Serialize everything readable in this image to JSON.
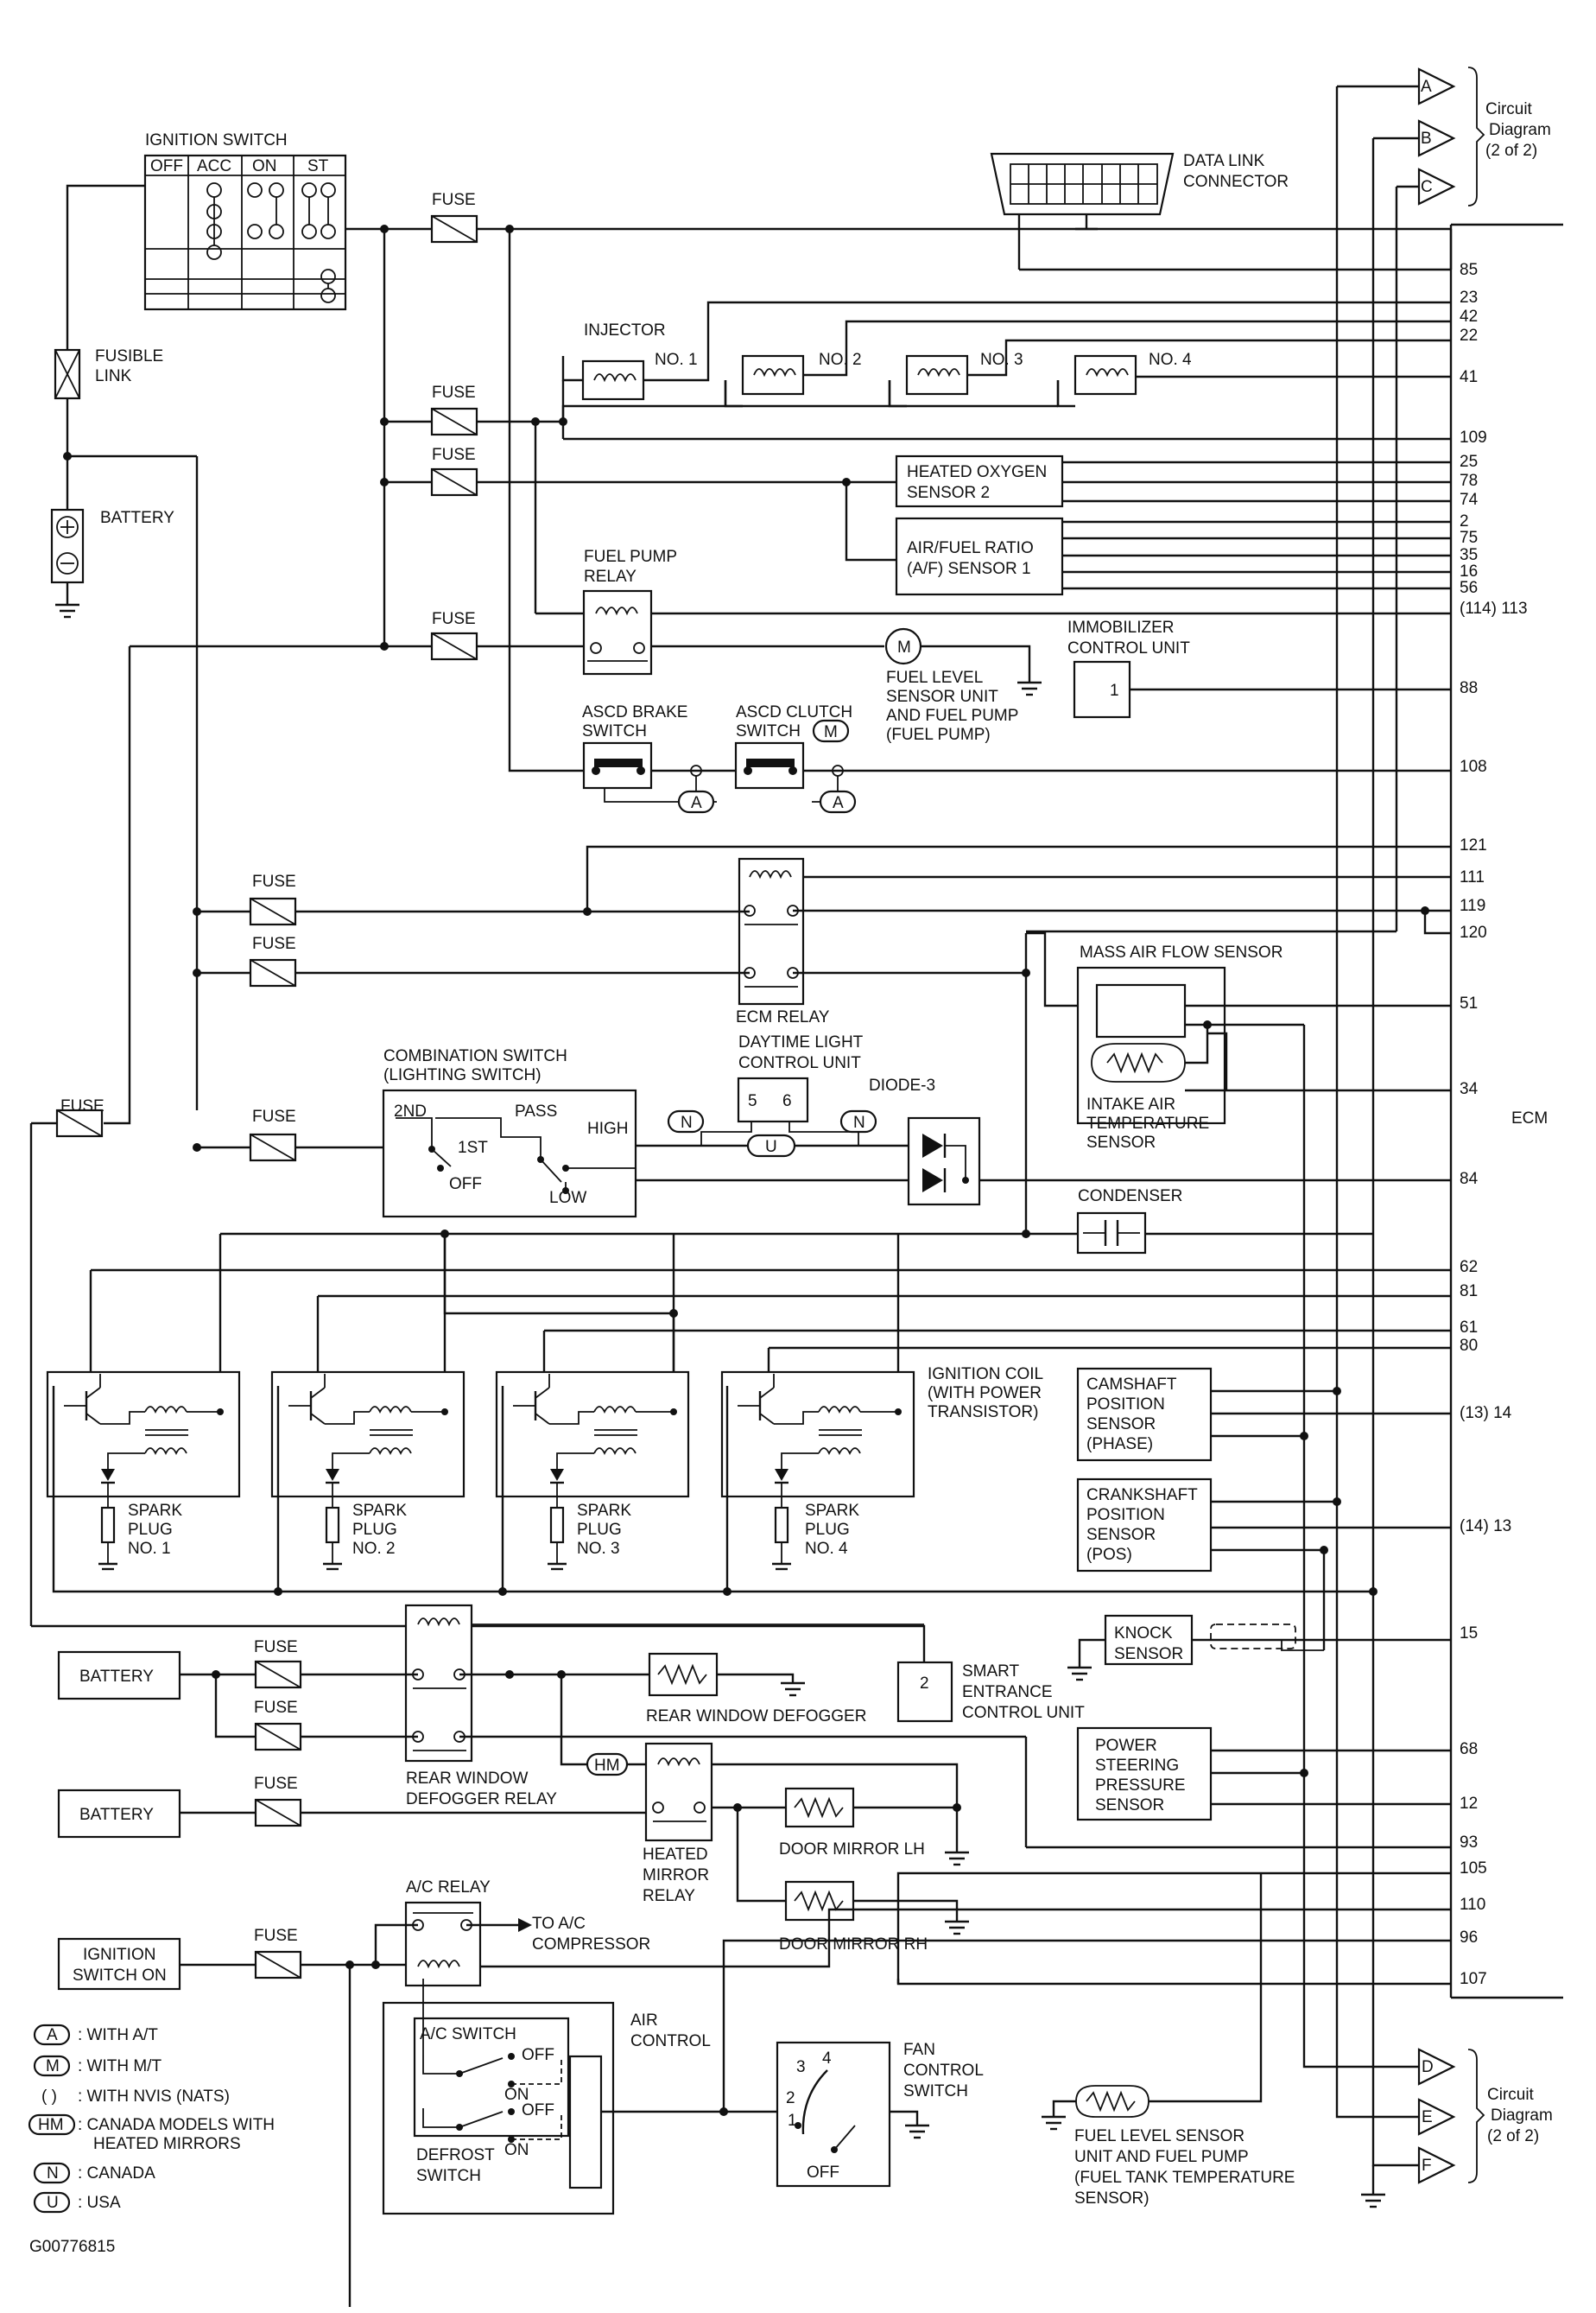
{
  "labels": {
    "ignition_switch": "IGNITION SWITCH",
    "ign_off": "OFF",
    "ign_acc": "ACC",
    "ign_on": "ON",
    "ign_st": "ST",
    "fuse": "FUSE",
    "fusible_link_1": "FUSIBLE",
    "fusible_link_2": "LINK",
    "battery": "BATTERY",
    "data_link_1": "DATA LINK",
    "data_link_2": "CONNECTOR",
    "injector": "INJECTOR",
    "no1": "NO. 1",
    "no2": "NO. 2",
    "no3": "NO. 3",
    "no4": "NO. 4",
    "ho2s_1": "HEATED OXYGEN",
    "ho2s_2": "SENSOR 2",
    "afs_1": "AIR/FUEL RATIO",
    "afs_2": "(A/F) SENSOR 1",
    "fpr_1": "FUEL PUMP",
    "fpr_2": "RELAY",
    "motor": "M",
    "fls_1": "FUEL LEVEL",
    "fls_2": "SENSOR UNIT",
    "fls_3": "AND FUEL PUMP",
    "fls_4": "(FUEL PUMP)",
    "immo_1": "IMMOBILIZER",
    "immo_2": "CONTROL UNIT",
    "immo_pin": "1",
    "ascd_brake_1": "ASCD BRAKE",
    "ascd_brake_2": "SWITCH",
    "ascd_clutch_1": "ASCD CLUTCH",
    "ascd_clutch_2": "SWITCH",
    "tag_a": "A",
    "tag_m": "M",
    "tag_n": "N",
    "tag_u": "U",
    "tag_hm": "HM",
    "ecm_relay": "ECM RELAY",
    "maf": "MASS AIR FLOW SENSOR",
    "iat_1": "INTAKE AIR",
    "iat_2": "TEMPERATURE",
    "iat_3": "SENSOR",
    "comb_1": "COMBINATION SWITCH",
    "comb_2": "(LIGHTING SWITCH)",
    "sw_2nd": "2ND",
    "sw_1st": "1ST",
    "sw_off": "OFF",
    "sw_pass": "PASS",
    "sw_high": "HIGH",
    "sw_low": "LOW",
    "drl_1": "DAYTIME LIGHT",
    "drl_2": "CONTROL UNIT",
    "drl_p5": "5",
    "drl_p6": "6",
    "diode": "DIODE-3",
    "condenser": "CONDENSER",
    "ecm": "ECM",
    "coil_1": "IGNITION COIL",
    "coil_2": "(WITH POWER",
    "coil_3": "TRANSISTOR)",
    "spark": "SPARK",
    "plug": "PLUG",
    "cmp_1": "CAMSHAFT",
    "cmp_2": "POSITION",
    "cmp_3": "SENSOR",
    "cmp_4": "(PHASE)",
    "ckp_1": "CRANKSHAFT",
    "ckp_2": "POSITION",
    "ckp_3": "SENSOR",
    "ckp_4": "(POS)",
    "knock_1": "KNOCK",
    "knock_2": "SENSOR",
    "smart_1": "SMART",
    "smart_2": "ENTRANCE",
    "smart_3": "CONTROL UNIT",
    "smart_pin": "2",
    "rwd": "REAR WINDOW DEFOGGER",
    "rwdr_1": "REAR WINDOW",
    "rwdr_2": "DEFOGGER RELAY",
    "hmr_1": "HEATED",
    "hmr_2": "MIRROR",
    "hmr_3": "RELAY",
    "dm_lh": "DOOR MIRROR LH",
    "dm_rh": "DOOR MIRROR RH",
    "pst_1": "POWER",
    "pst_2": "STEERING",
    "pst_3": "PRESSURE",
    "pst_4": "SENSOR",
    "ign_sw_on_1": "IGNITION",
    "ign_sw_on_2": "SWITCH ON",
    "ac_relay": "A/C RELAY",
    "to_ac_1": "TO A/C",
    "to_ac_2": "COMPRESSOR",
    "ac_switch": "A/C SWITCH",
    "air_1": "AIR",
    "air_2": "CONTROL",
    "defrost_1": "DEFROST",
    "defrost_2": "SWITCH",
    "on": "ON",
    "off": "OFF",
    "fan_1": "FAN",
    "fan_2": "CONTROL",
    "fan_3": "SWITCH",
    "fan_p1": "1",
    "fan_p2": "2",
    "fan_p3": "3",
    "fan_p4": "4",
    "fan_off": "OFF",
    "flst_1": "FUEL LEVEL SENSOR",
    "flst_2": "UNIT AND FUEL PUMP",
    "flst_3": "(FUEL TANK TEMPERATURE",
    "flst_4": "SENSOR)",
    "cd_1": "Circuit",
    "cd_2": "Diagram",
    "cd_3": "(2 of 2)",
    "conn_a": "A",
    "conn_b": "B",
    "conn_c": "C",
    "conn_d": "D",
    "conn_e": "E",
    "conn_f": "F",
    "leg_a_text": ": WITH A/T",
    "leg_m_text": ": WITH M/T",
    "leg_paren": "( )",
    "leg_paren_text": ": WITH NVIS (NATS)",
    "leg_hm_text_1": ": CANADA MODELS WITH",
    "leg_hm_text_2": "HEATED MIRRORS",
    "leg_n_text": ": CANADA",
    "leg_u_text": ": USA",
    "figure_id": "G00776815"
  },
  "ecm_pins": [
    "85",
    "23",
    "42",
    "22",
    "41",
    "109",
    "25",
    "78",
    "74",
    "2",
    "75",
    "35",
    "16",
    "56",
    "(114) 113",
    "88",
    "108",
    "121",
    "111",
    "119",
    "120",
    "51",
    "34",
    "84",
    "62",
    "81",
    "61",
    "80",
    "(13) 14",
    "(14) 13",
    "15",
    "68",
    "12",
    "93",
    "105",
    "110",
    "96",
    "107"
  ]
}
